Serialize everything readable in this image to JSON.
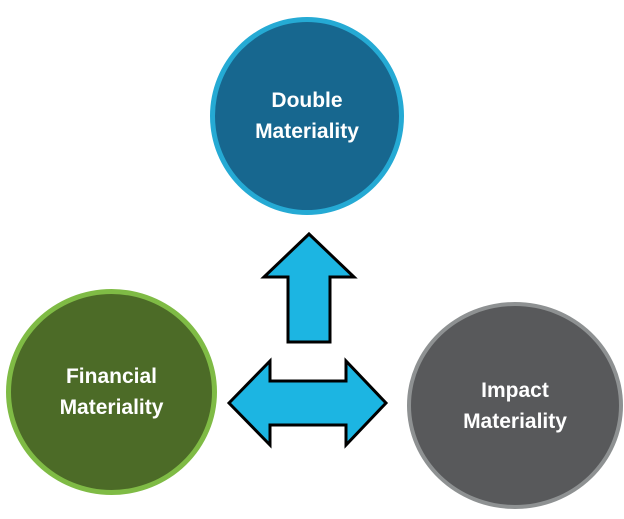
{
  "diagram": {
    "background_color": "#ffffff",
    "text_color": "#ffffff",
    "arrows": {
      "fill_color": "#1CB5E2",
      "outline_color": "#000000"
    },
    "nodes": [
      {
        "id": "double-materiality",
        "line1": "Double",
        "line2": "Materiality",
        "fill_color": "#17678F",
        "border_color": "#25AAD4"
      },
      {
        "id": "financial-materiality",
        "line1": "Financial",
        "line2": "Materiality",
        "fill_color": "#4C6B27",
        "border_color": "#7FBB45"
      },
      {
        "id": "impact-materiality",
        "line1": "Impact",
        "line2": "Materiality",
        "fill_color": "#58595B",
        "border_color": "#8E9192"
      }
    ]
  }
}
